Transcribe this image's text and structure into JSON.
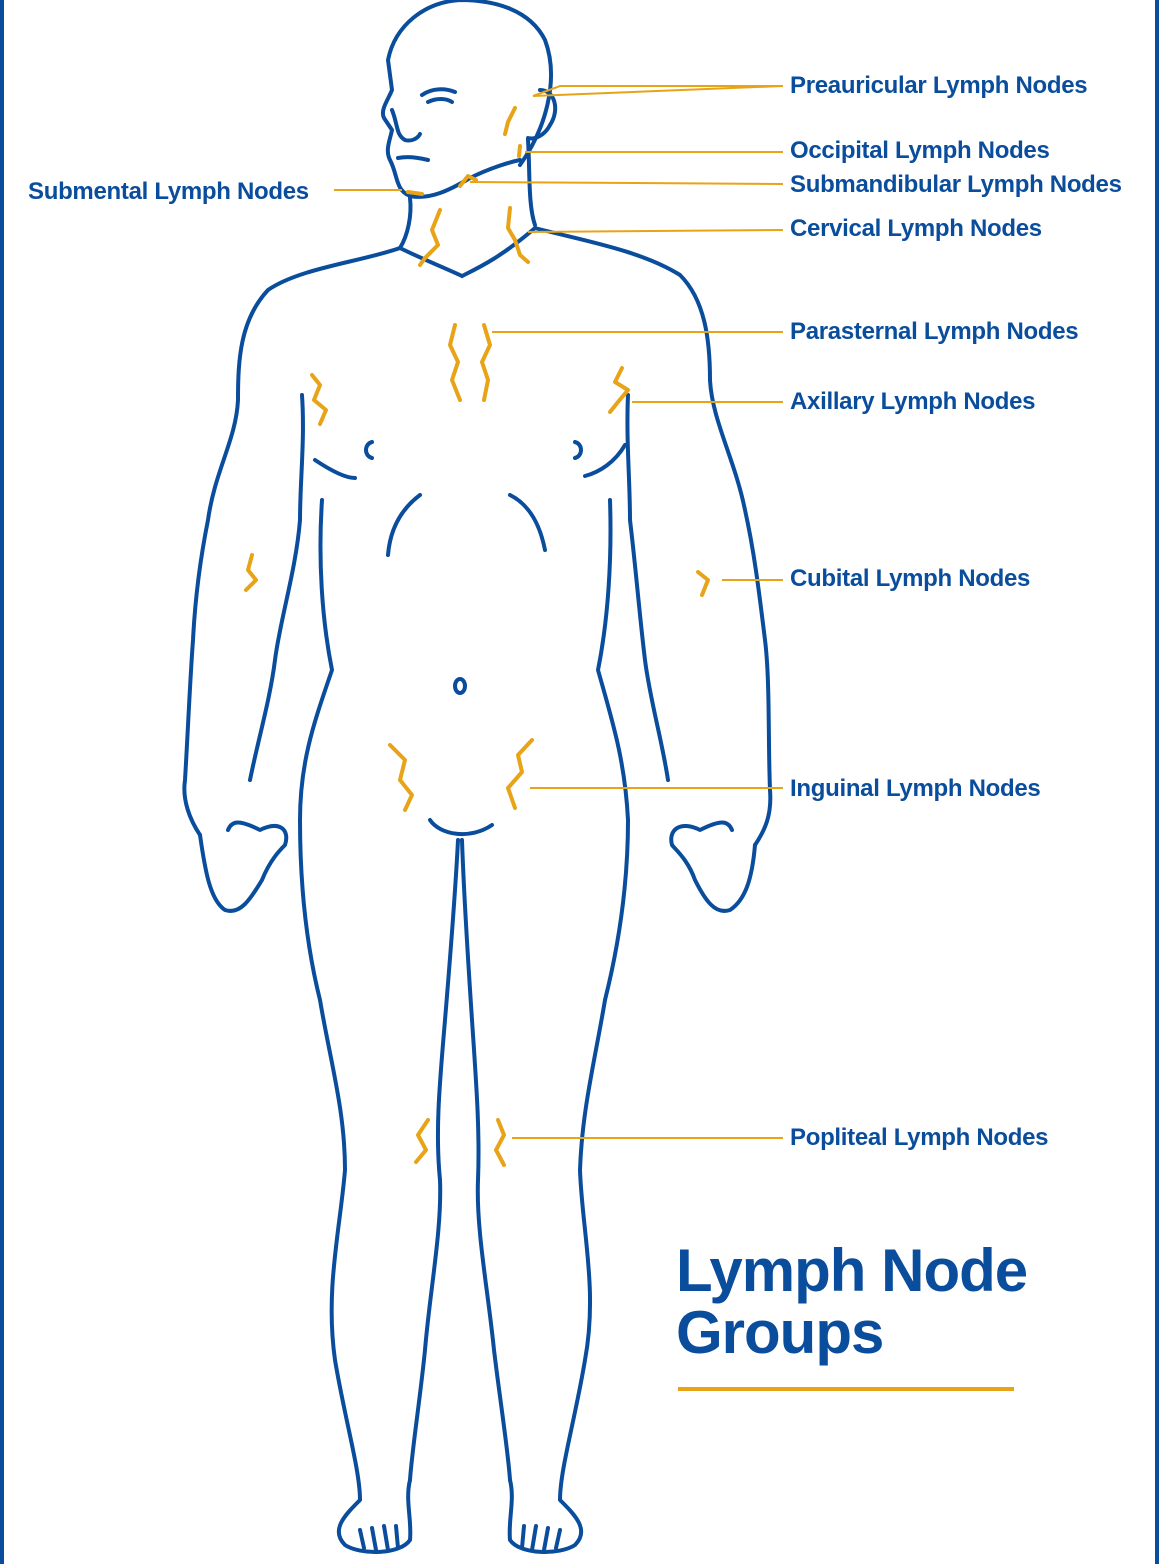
{
  "title": {
    "line1": "Lymph Node",
    "line2": "Groups"
  },
  "labels": {
    "preauricular": "Preauricular Lymph Nodes",
    "occipital": "Occipital Lymph Nodes",
    "submental": "Submental Lymph Nodes",
    "submandibular": "Submandibular Lymph Nodes",
    "cervical": "Cervical Lymph Nodes",
    "parasternal": "Parasternal Lymph Nodes",
    "axillary": "Axillary Lymph Nodes",
    "cubital": "Cubital Lymph Nodes",
    "inguinal": "Inguinal Lymph Nodes",
    "popliteal": "Popliteal Lymph Nodes"
  },
  "colors": {
    "outline": "#0a4d9c",
    "nodes": "#e8a317",
    "background": "#ffffff"
  }
}
